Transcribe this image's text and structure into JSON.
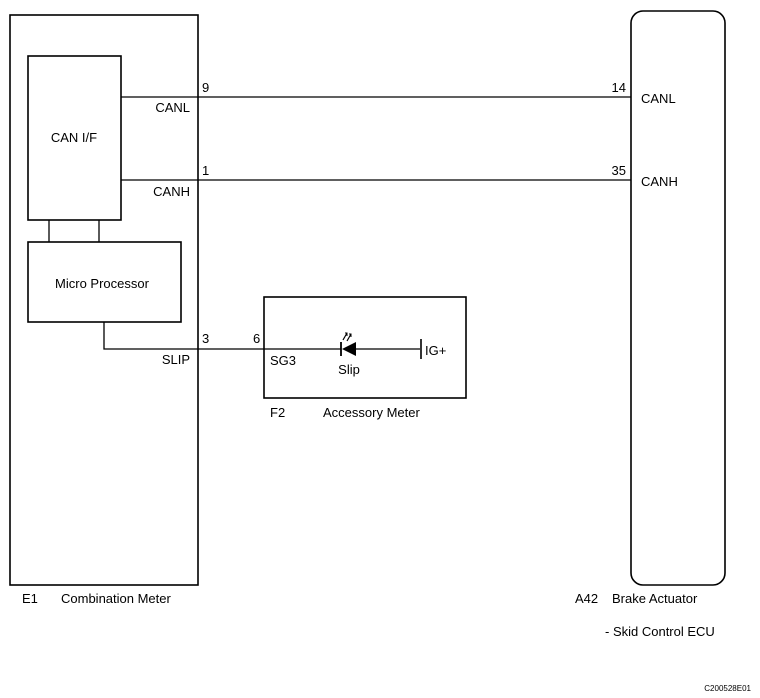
{
  "combination_meter": {
    "code": "E1",
    "name": "Combination Meter",
    "can_if_label": "CAN I/F",
    "microprocessor_label": "Micro Processor",
    "pins": {
      "canl": {
        "number": "9",
        "name": "CANL"
      },
      "canh": {
        "number": "1",
        "name": "CANH"
      },
      "slip": {
        "number": "3",
        "name": "SLIP"
      }
    }
  },
  "brake_actuator": {
    "code": "A42",
    "name": "Brake Actuator",
    "subtitle": "- Skid Control ECU",
    "pins": {
      "canl": {
        "number": "14",
        "name": "CANL"
      },
      "canh": {
        "number": "35",
        "name": "CANH"
      }
    }
  },
  "accessory_meter": {
    "code": "F2",
    "name": "Accessory Meter",
    "pin": {
      "number": "6",
      "name": "SG3"
    },
    "indicator_label": "Slip",
    "supply_label": "IG+"
  },
  "figure_id": "C200528E01"
}
